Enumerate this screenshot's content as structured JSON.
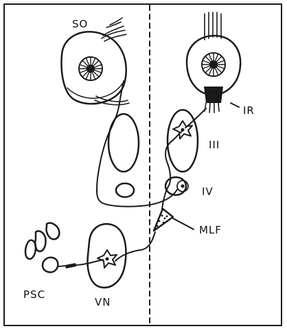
{
  "labels": {
    "so": "SO",
    "ir": "IR",
    "iii": "III",
    "iv": "IV",
    "mlf": "MLF",
    "psc": "PSC",
    "vn": "VN"
  }
}
